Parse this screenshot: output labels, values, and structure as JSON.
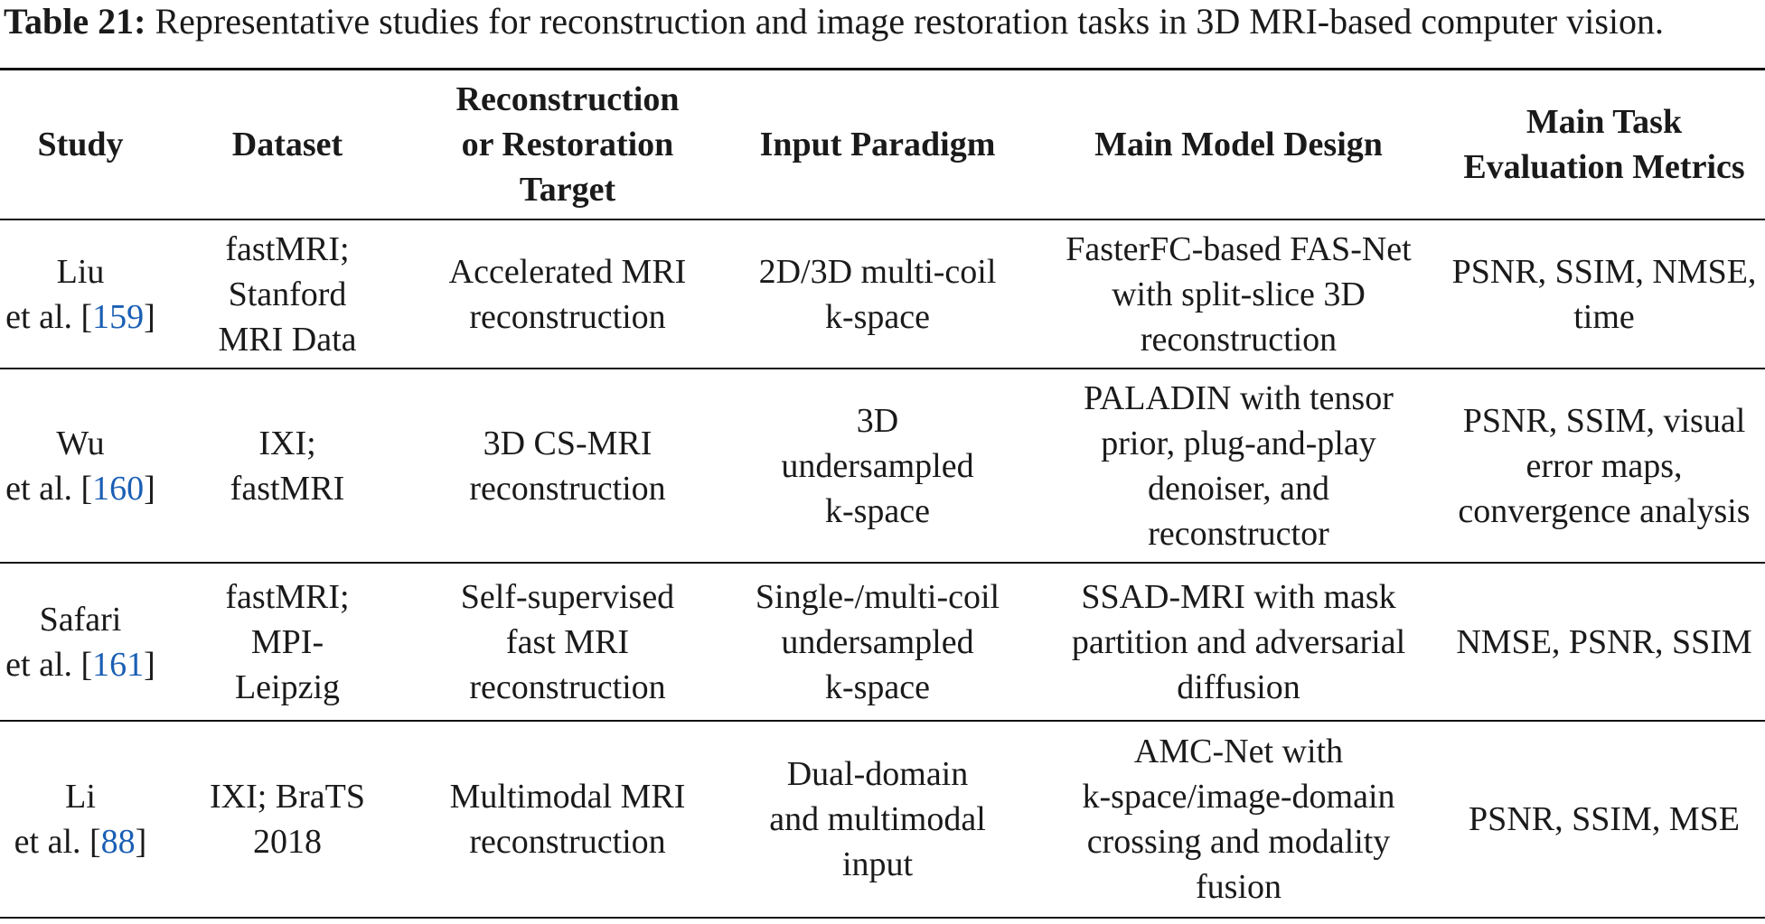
{
  "caption": {
    "label": "Table 21:",
    "text": "Representative studies for reconstruction and image restoration tasks in 3D MRI-based computer vision."
  },
  "headers": [
    [
      "Study"
    ],
    [
      "Dataset"
    ],
    [
      "Reconstruction",
      "or Restoration",
      "Target"
    ],
    [
      "Input Paradigm"
    ],
    [
      "Main Model Design"
    ],
    [
      "Main Task",
      "Evaluation Metrics"
    ]
  ],
  "rows": [
    {
      "study": [
        "Liu",
        "et al. ["
      ],
      "ref": "159",
      "dataset": [
        "fastMRI;",
        "Stanford",
        "MRI Data"
      ],
      "target": [
        "Accelerated MRI",
        "reconstruction"
      ],
      "input": [
        "2D/3D multi-coil",
        "k-space"
      ],
      "design": [
        "FasterFC-based FAS-Net",
        "with split-slice 3D",
        "reconstruction"
      ],
      "metrics": [
        "PSNR, SSIM, NMSE,",
        "time"
      ]
    },
    {
      "study": [
        "Wu",
        "et al. ["
      ],
      "ref": "160",
      "dataset": [
        "IXI;",
        "fastMRI"
      ],
      "target": [
        "3D CS-MRI",
        "reconstruction"
      ],
      "input": [
        "3D",
        "undersampled",
        "k-space"
      ],
      "design": [
        "PALADIN with tensor",
        "prior, plug-and-play",
        "denoiser, and",
        "reconstructor"
      ],
      "metrics": [
        "PSNR, SSIM, visual",
        "error maps,",
        "convergence analysis"
      ]
    },
    {
      "study": [
        "Safari",
        "et al. ["
      ],
      "ref": "161",
      "dataset": [
        "fastMRI;",
        "MPI-",
        "Leipzig"
      ],
      "target": [
        "Self-supervised",
        "fast MRI",
        "reconstruction"
      ],
      "input": [
        "Single-/multi-coil",
        "undersampled",
        "k-space"
      ],
      "design": [
        "SSAD-MRI with mask",
        "partition and adversarial",
        "diffusion"
      ],
      "metrics": [
        "NMSE, PSNR, SSIM"
      ]
    },
    {
      "study": [
        "Li",
        "et al. ["
      ],
      "ref": "88",
      "dataset": [
        "IXI; BraTS",
        "2018"
      ],
      "target": [
        "Multimodal MRI",
        "reconstruction"
      ],
      "input": [
        "Dual-domain",
        "and multimodal",
        "input"
      ],
      "design": [
        "AMC-Net with",
        "k-space/image-domain",
        "crossing and modality",
        "fusion"
      ],
      "metrics": [
        "PSNR, SSIM, MSE"
      ]
    }
  ]
}
